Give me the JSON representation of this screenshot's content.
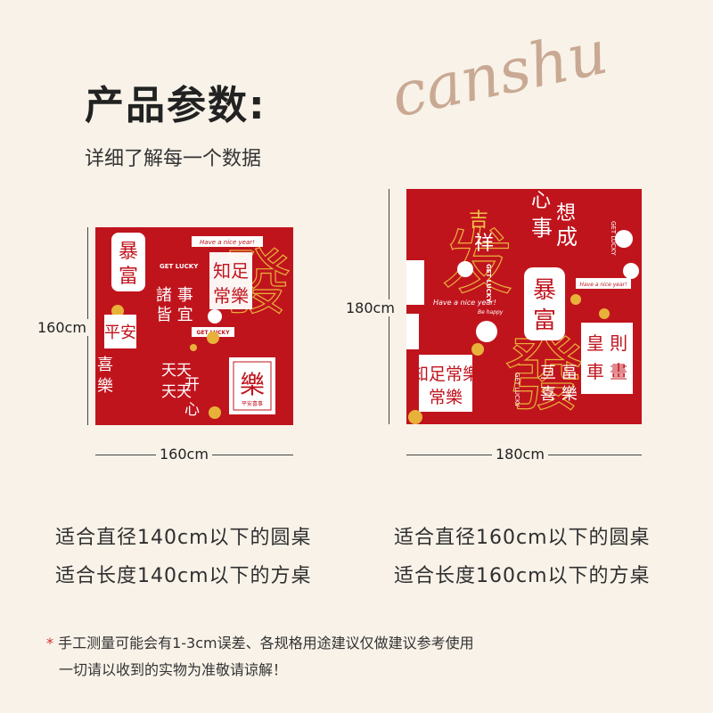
{
  "brand": "canshu",
  "title": "产品参数:",
  "subtitle": "详细了解每一个数据",
  "product_small": {
    "height_label": "160cm",
    "width_label": "160cm",
    "spec_round": "适合直径140cm以下的圆桌",
    "spec_square": "适合长度140cm以下的方桌"
  },
  "product_large": {
    "height_label": "180cm",
    "width_label": "180cm",
    "spec_round": "适合直径160cm以下的圆桌",
    "spec_square": "适合长度160cm以下的方桌"
  },
  "pattern_text": {
    "baofu": "暴富",
    "pingan": "平安",
    "xile": "喜樂",
    "zhizu": "知足常樂",
    "zhushi": "諸事皆宜",
    "kaixin": "天天开心",
    "le": "樂",
    "pingan_xishi": "平安喜事",
    "get_lucky": "GET LUCKY",
    "have_nice_year": "Have a nice year!",
    "be_happy": "Be happy",
    "jixiang": "吉祥",
    "xinxiang": "心想事成",
    "fa": "發"
  },
  "note": {
    "star": "*",
    "line1": "手工测量可能会有1-3cm误差、各规格用途建议仅做建议参考使用",
    "line2": "一切请以收到的实物为准敬请谅解！"
  },
  "colors": {
    "background": "#f8f2e8",
    "cloth_red": "#c0141d",
    "gold": "#e8b23a",
    "brand": "#c9a993"
  }
}
